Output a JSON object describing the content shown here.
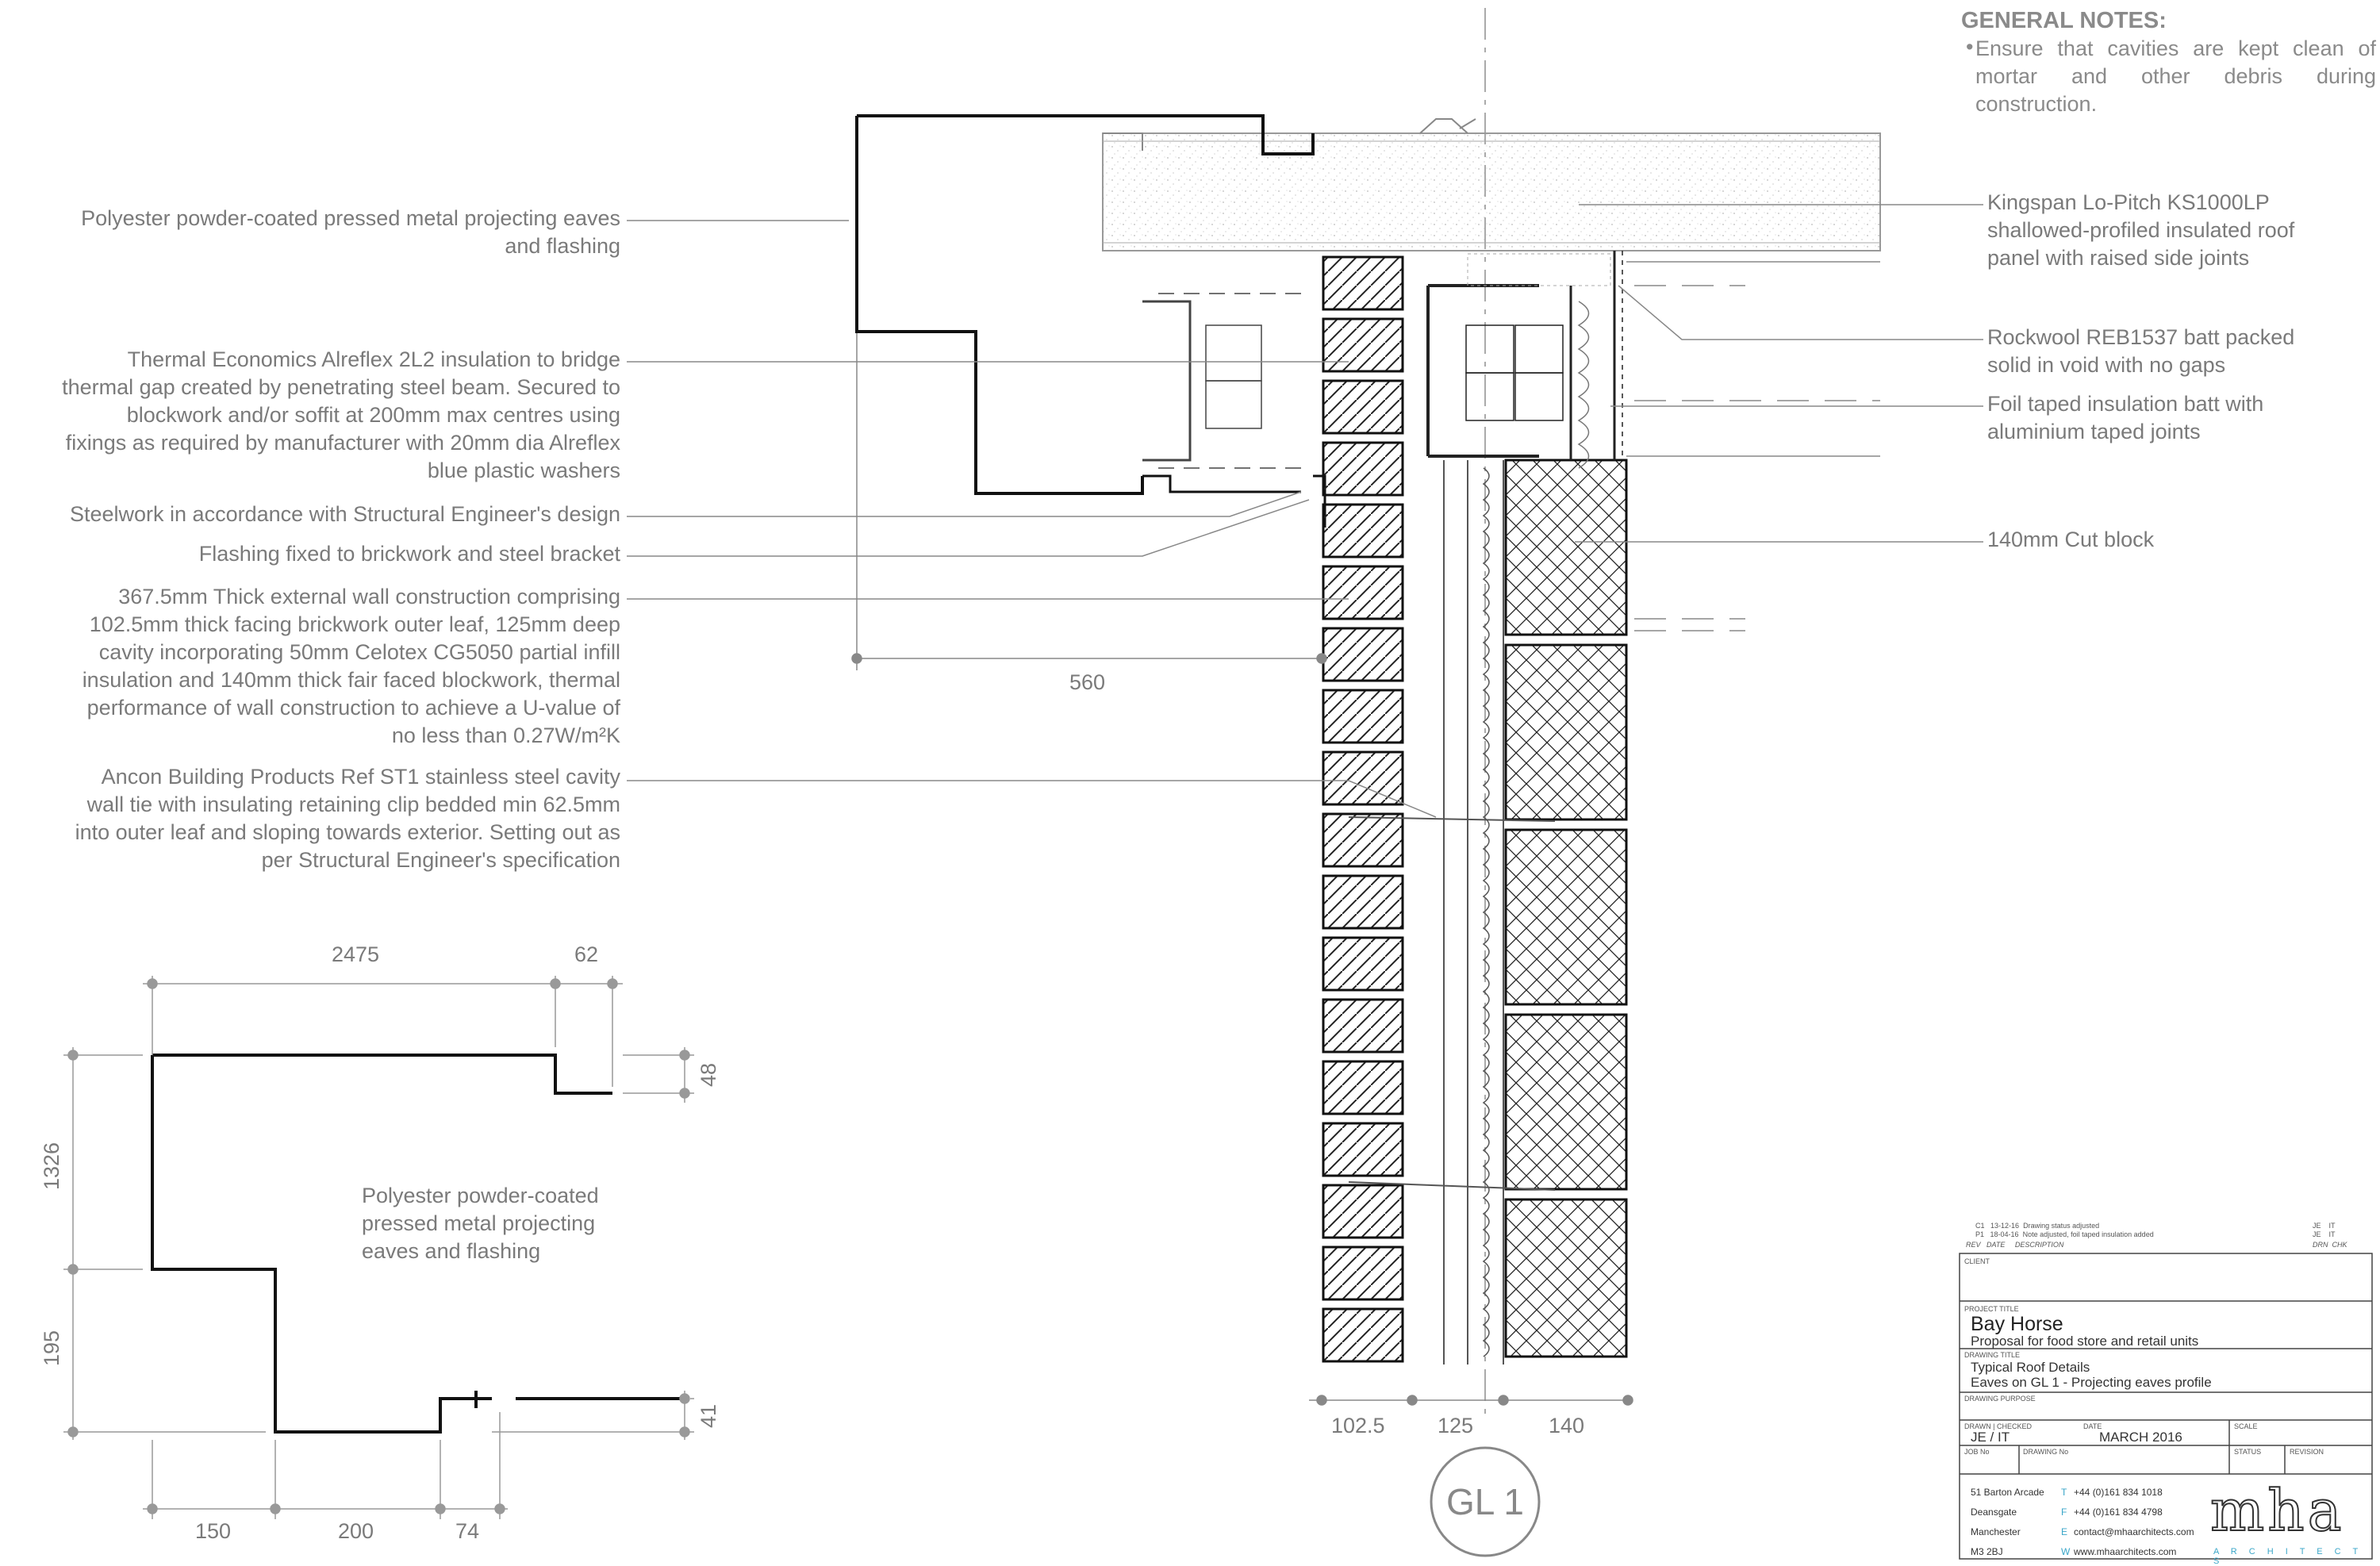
{
  "general_notes": {
    "title": "GENERAL NOTES:",
    "bullet": "•",
    "items": [
      "Ensure that cavities are kept clean of mortar and other debris during construction."
    ]
  },
  "left_notes": [
    {
      "lines": [
        "Polyester powder-coated pressed metal projecting eaves",
        "and flashing"
      ]
    },
    {
      "lines": [
        "Thermal Economics Alreflex 2L2 insulation to bridge",
        "thermal gap created by penetrating steel beam. Secured to",
        "blockwork and/or soffit at 200mm max centres using",
        "fixings as required by manufacturer with 20mm dia Alreflex",
        "blue plastic washers"
      ]
    },
    {
      "lines": [
        "Steelwork in accordance with Structural Engineer's design"
      ]
    },
    {
      "lines": [
        "Flashing fixed to brickwork and steel bracket"
      ]
    },
    {
      "lines": [
        "367.5mm Thick external wall construction comprising",
        "102.5mm thick facing brickwork outer leaf, 125mm deep",
        "cavity incorporating 50mm Celotex CG5050 partial infill",
        "insulation and 140mm thick fair faced blockwork, thermal",
        "performance of wall construction to achieve a U-value of",
        "no less than 0.27W/m²K"
      ]
    },
    {
      "lines": [
        "Ancon Building Products Ref ST1 stainless steel cavity",
        "wall tie with insulating retaining clip bedded min 62.5mm",
        "into outer leaf and sloping towards exterior. Setting out as",
        "per Structural Engineer's specification"
      ]
    }
  ],
  "right_notes": [
    {
      "lines": [
        "Kingspan Lo-Pitch KS1000LP",
        "shallowed-profiled insulated roof",
        "panel with raised side joints"
      ]
    },
    {
      "lines": [
        "Rockwool REB1537 batt packed",
        "solid in void with no gaps"
      ]
    },
    {
      "lines": [
        "Foil taped insulation batt with",
        "aluminium taped joints"
      ]
    },
    {
      "lines": [
        "140mm Cut block"
      ]
    }
  ],
  "profile_note": {
    "lines": [
      "Polyester powder-coated",
      "pressed metal projecting",
      "eaves and flashing"
    ]
  },
  "dimensions": {
    "eaves_projection": "560",
    "wall_brick": "102.5",
    "wall_cavity": "125",
    "wall_block": "140",
    "profile_top": "2475",
    "profile_lip": "62",
    "profile_lip_height": "48",
    "profile_height_upper": "1326",
    "profile_height_lower": "195",
    "profile_bottom_lip": "41",
    "profile_bottom_a": "150",
    "profile_bottom_b": "200",
    "profile_bottom_c": "74"
  },
  "grid_label": "GL 1",
  "title_block": {
    "revisions": [
      {
        "rev": "C1",
        "date": "13-12-16",
        "desc": "Drawing status adjusted",
        "drn": "JE",
        "chk": "IT"
      },
      {
        "rev": "P1",
        "date": "18-04-16",
        "desc": "Note adjusted, foil taped insulation added",
        "drn": "JE",
        "chk": "IT"
      }
    ],
    "rev_headers": {
      "rev": "REV",
      "date": "DATE",
      "desc": "DESCRIPTION",
      "drn": "DRN",
      "chk": "CHK"
    },
    "client_label": "CLIENT",
    "project_title_label": "PROJECT TITLE",
    "project_title": "Bay Horse",
    "project_subtitle": "Proposal for food store and retail units",
    "drawing_title_label": "DRAWING TITLE",
    "drawing_title_1": "Typical Roof Details",
    "drawing_title_2": "Eaves on GL 1 - Projecting eaves profile",
    "drawing_purpose_label": "DRAWING PURPOSE",
    "drawn_checked_label": "DRAWN | CHECKED",
    "drawn_checked": "JE / IT",
    "date_label": "DATE",
    "date": "MARCH 2016",
    "scale_label": "SCALE",
    "job_no_label": "JOB No",
    "drawing_no_label": "DRAWING No",
    "status_label": "STATUS",
    "revision_label": "REVISION",
    "address": [
      "51 Barton Arcade",
      "Deansgate",
      "Manchester",
      "M3 2BJ"
    ],
    "contact_prefix": [
      "T",
      "F",
      "E",
      "W"
    ],
    "contact": [
      "+44 (0)161 834 1018",
      "+44 (0)161 834 4798",
      "contact@mhaarchitects.com",
      "www.mhaarchitects.com"
    ],
    "logo": "mha",
    "logo_sub": "A R C H I T E C T S",
    "accent": "#3aa6c8"
  }
}
